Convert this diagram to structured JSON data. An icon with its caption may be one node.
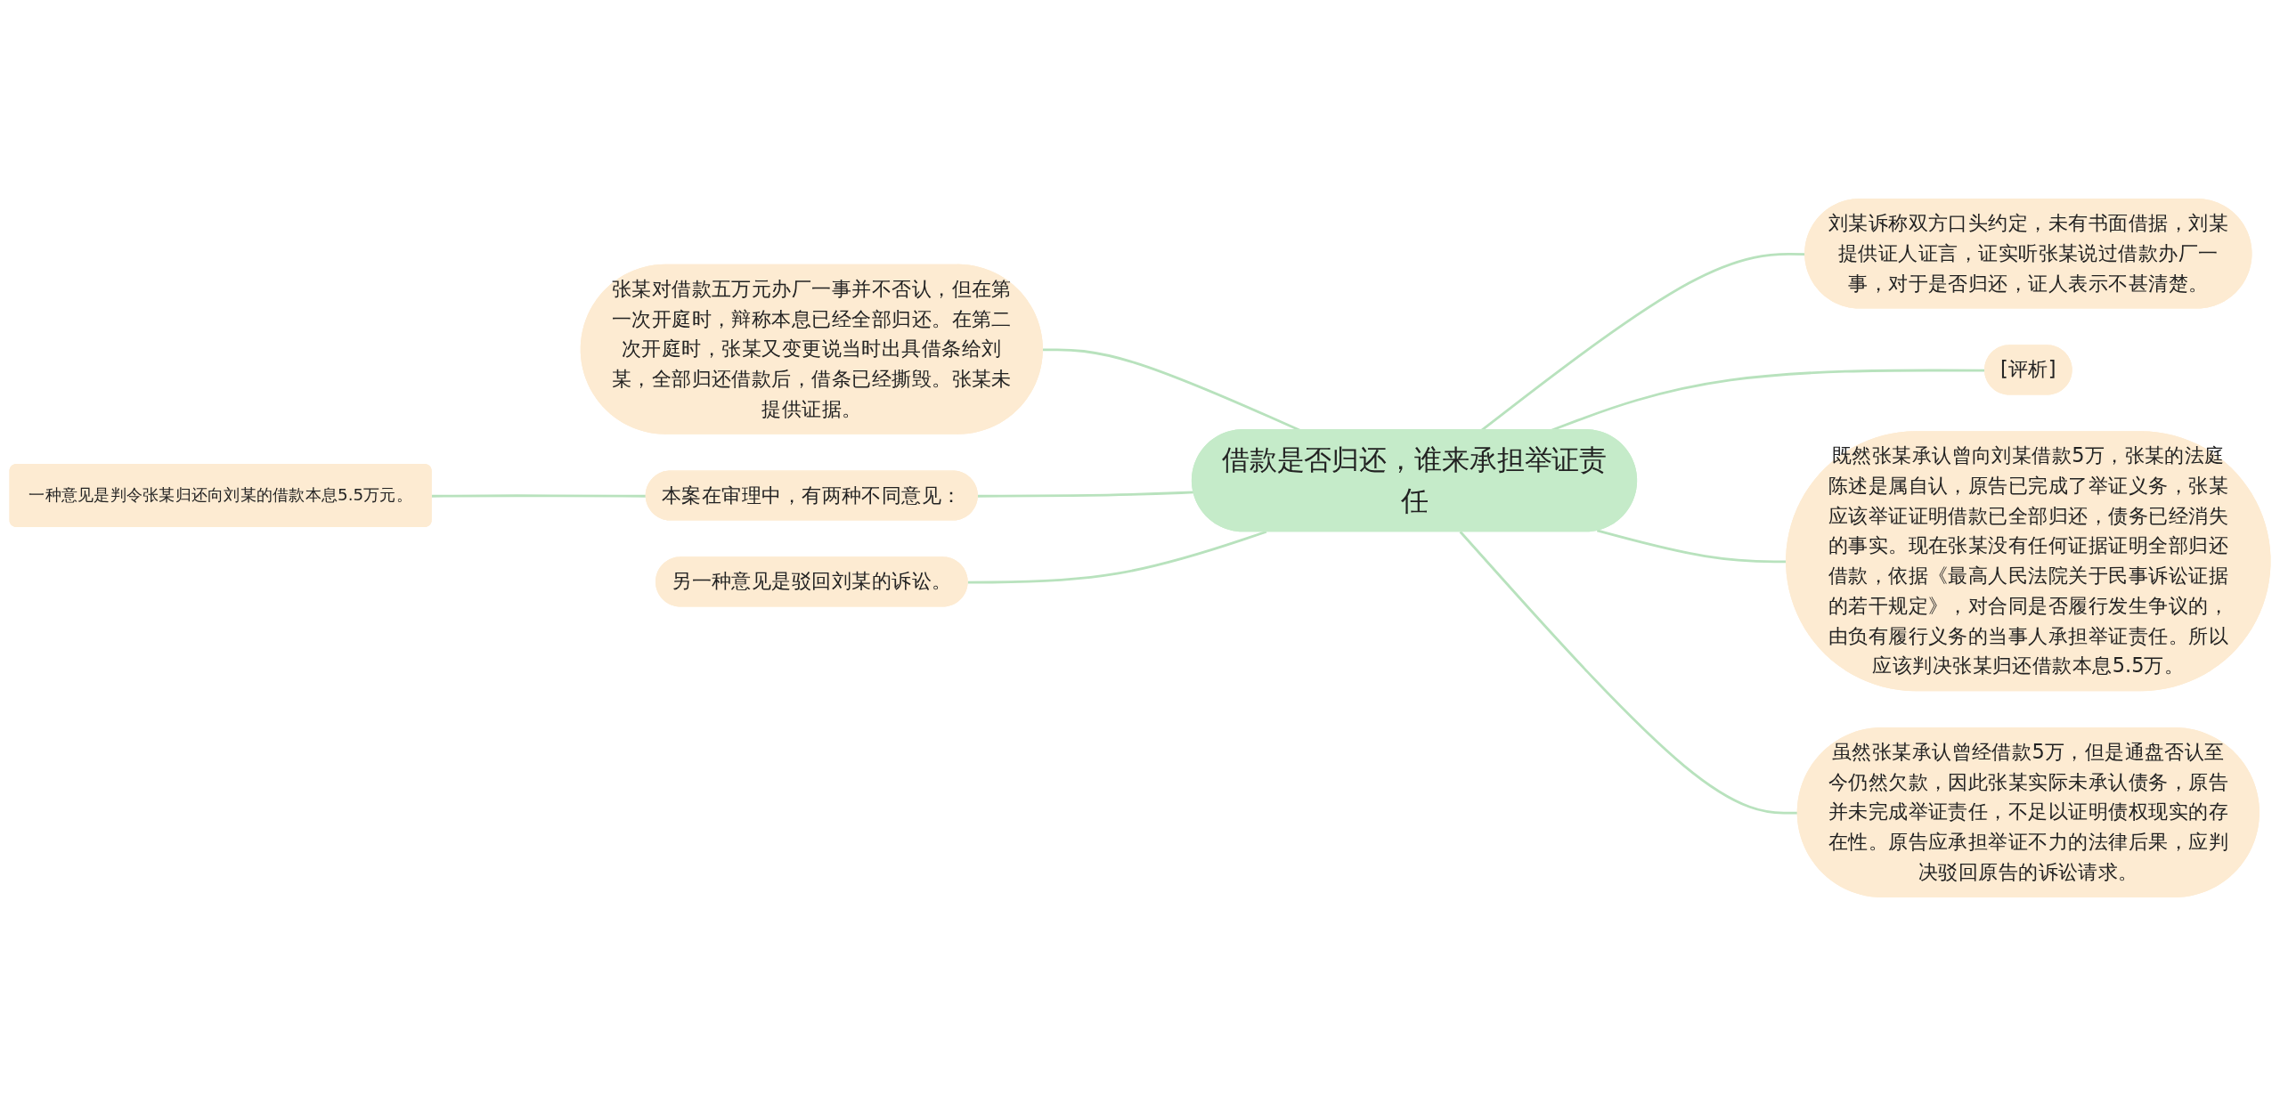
{
  "diagram": {
    "nodes": [
      {
        "text": [
          "借款是否归还，谁来承担举证责任"
        ]
      },
      {
        "text": [
          "张某对借款五万元办厂一事并不否认，但在第一次开庭时，辩称本息已经全部归还。在第二次开庭时，张某又变更说当时出具借条给刘某，全部归还借款后，借条已经撕毁。张某未提供证据。"
        ]
      },
      {
        "text": [
          "本案在审理中，有两种不同意见："
        ]
      },
      {
        "text": [
          "一种意见是判令张某归还向刘某的借款本息5.5万元。"
        ]
      },
      {
        "text": [
          "另一种意见是驳回刘某的诉讼。"
        ]
      },
      {
        "text": [
          "刘某诉称双方口头约定，未有书面借据，刘某提供证人证言，证实听张某说过借款办厂一事，对于是否归还，证人表示不甚清楚。"
        ]
      },
      {
        "text": [
          "[评析]"
        ]
      },
      {
        "text": [
          "既然张某承认曾向刘某借款5万，张某的法庭陈述是属自认，原告已完成了举证义务，张某应该举证证明借款已全部归还，债务已经消失的事实。现在张某没有任何证据证明全部归还借款，依据《最高人民法院关于民事诉讼证据的若干规定》，对合同是否履行发生争议的，由负有履行义务的当事人承担举证责任。所以应该判决张某归还借款本息5.5万。"
        ]
      },
      {
        "text": [
          "虽然张某承认曾经借款5万，但是通盘否认至今仍然欠款，因此张某实际未承认债务，原告并未完成举证责任，不足以证明债权现实的存在性。原告应承担举证不力的法律后果，应判决驳回原告的诉讼请求。"
        ]
      }
    ],
    "edges": [
      {
        "from": 0,
        "to": 1,
        "arrow": "none"
      },
      {
        "from": 0,
        "to": 2,
        "arrow": "none"
      },
      {
        "from": 2,
        "to": 3,
        "arrow": "none"
      },
      {
        "from": 0,
        "to": 4,
        "arrow": "none"
      },
      {
        "from": 0,
        "to": 5,
        "arrow": "none"
      },
      {
        "from": 0,
        "to": 6,
        "arrow": "none"
      },
      {
        "from": 0,
        "to": 7,
        "arrow": "none"
      },
      {
        "from": 0,
        "to": 8,
        "arrow": "none"
      }
    ]
  }
}
